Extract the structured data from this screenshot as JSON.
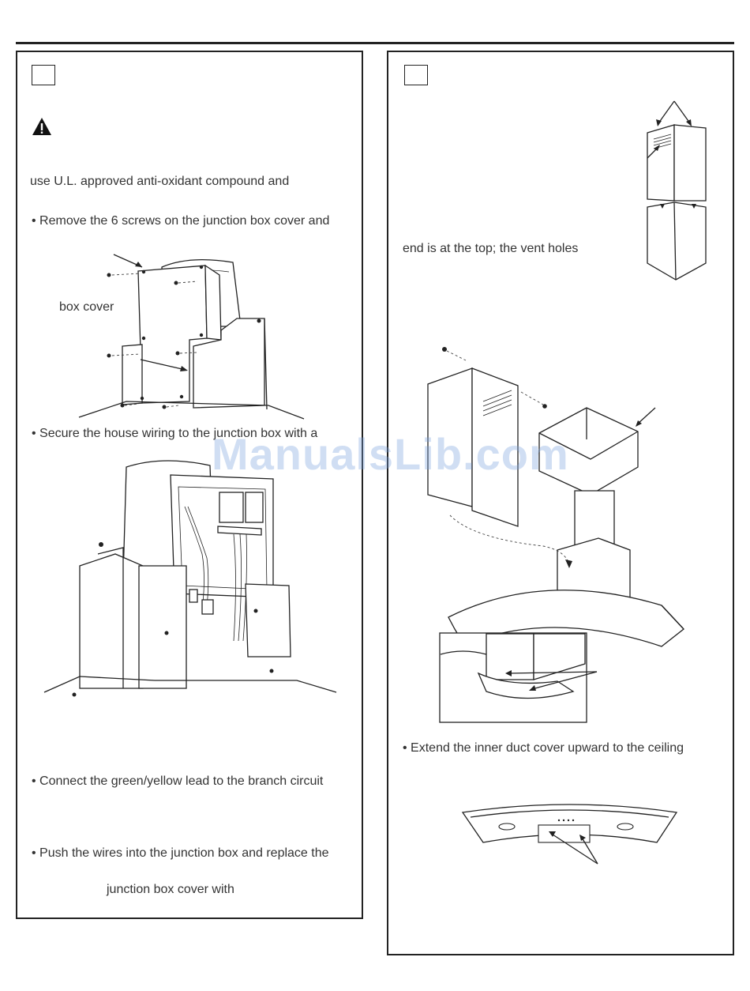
{
  "left_panel": {
    "step_number": "",
    "line_antioxidant": "use U.L. approved anti-oxidant compound and",
    "line_remove_screws": "• Remove the 6 screws on the junction box cover and",
    "label_box_cover": "box cover",
    "line_secure_wiring": "• Secure the house wiring to the junction box with a",
    "line_connect_green": "• Connect the green/yellow lead to the branch circuit",
    "line_push_wires": "• Push the wires into the junction box and replace the",
    "line_cover_with": "junction box cover with"
  },
  "right_panel": {
    "step_number": "",
    "line_end_top": "end is at the top; the vent holes",
    "line_extend_inner": "• Extend the inner duct cover upward to the ceiling"
  },
  "watermark": "ManualsLib.com",
  "icons": {
    "warning": "warning-triangle-icon"
  }
}
